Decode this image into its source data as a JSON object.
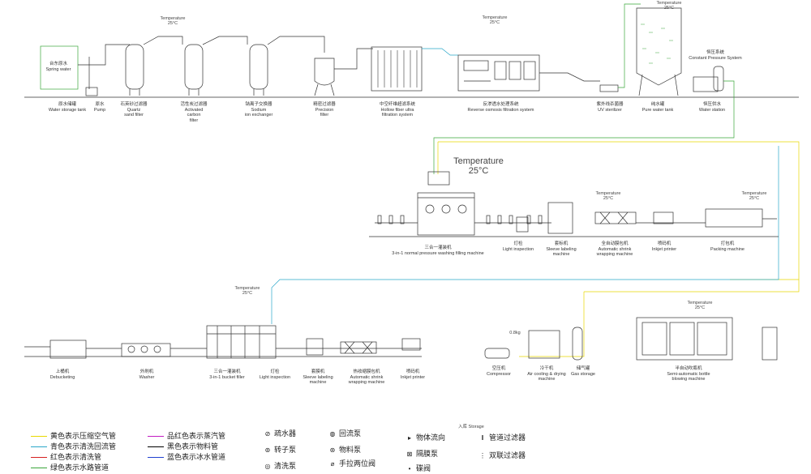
{
  "stations_row1": [
    {
      "cn": "台东原水",
      "en": "Spring water"
    },
    {
      "cn": "原水储罐",
      "en": "Water storage tank"
    },
    {
      "cn": "原水",
      "en": "Pump"
    },
    {
      "cn": "石英砂过滤器",
      "en": "Quartz\nsand filter"
    },
    {
      "cn": "活性炭过滤器",
      "en": "Activated\ncarbon\nfilter"
    },
    {
      "cn": "钠离子交换器",
      "en": "Sodium\nion exchanger"
    },
    {
      "cn": "精密过滤器",
      "en": "Precision\nfilter"
    },
    {
      "cn": "中空纤维超滤系统",
      "en": "Hollow fiber ultra\nfiltration system"
    },
    {
      "cn": "反渗透水处理系统",
      "en": "Reverse osmosis filtration system"
    },
    {
      "cn": "紫外线杀菌器",
      "en": "UV sterilizer"
    },
    {
      "cn": "纯水罐",
      "en": "Pure water tank"
    },
    {
      "cn": "恒压供水",
      "en": "Water station"
    },
    {
      "cn": "恒压系统",
      "en": "Constant Pressure System"
    }
  ],
  "stations_row2": [
    {
      "cn": "三合一灌装机",
      "en": "3-in-1 normal pressure washing filling machine"
    },
    {
      "cn": "灯检",
      "en": "Light inspection"
    },
    {
      "cn": "套标机",
      "en": "Sleeve labeling\nmachine"
    },
    {
      "cn": "全自动膜包机",
      "en": "Automatic shrink\nwrapping machine"
    },
    {
      "cn": "喷码机",
      "en": "Inkjet printer"
    },
    {
      "cn": "打包机",
      "en": "Packing machine"
    }
  ],
  "stations_row3": [
    {
      "cn": "上桶机",
      "en": "Debucketing"
    },
    {
      "cn": "外刷机",
      "en": "Washer"
    },
    {
      "cn": "三合一灌装机",
      "en": "3-in-1 bucket filler"
    },
    {
      "cn": "灯检",
      "en": "Light inspection"
    },
    {
      "cn": "套膜机",
      "en": "Sleeve labeling\nmachine"
    },
    {
      "cn": "热收缩膜包机",
      "en": "Automatic shrink\nwrapping machine"
    },
    {
      "cn": "喷码机",
      "en": "Inkjet printer"
    },
    {
      "cn": "空压机",
      "en": "Compressor"
    },
    {
      "cn": "冷干机",
      "en": "Air cooling & drying\nmachine"
    },
    {
      "cn": "储气罐",
      "en": "Gas storage"
    },
    {
      "cn": "半自动吹瓶机",
      "en": "Semi-automatic bottle\nblowing machine"
    }
  ],
  "temperature": {
    "label": "Temperature",
    "value": "25°C"
  },
  "pressure_value": "0.8kg",
  "storage_label": "入库 Storage",
  "legend_lines": [
    {
      "text": "黄色表示压缩空气管",
      "color": "#e8d800"
    },
    {
      "text": "青色表示清洗回流管",
      "color": "#2aa7c9"
    },
    {
      "text": "红色表示清洗管",
      "color": "#d62020"
    },
    {
      "text": "绿色表示水路管道",
      "color": "#3aa63a"
    },
    {
      "text": "品红色表示蒸汽管",
      "color": "#c21cc2"
    },
    {
      "text": "黑色表示物料管",
      "color": "#000000"
    },
    {
      "text": "蓝色表示冰水管道",
      "color": "#2040d0"
    }
  ],
  "legend_symbols": [
    {
      "text": "疏水器",
      "icon": "trap-icon"
    },
    {
      "text": "转子泵",
      "icon": "rotor-pump-icon"
    },
    {
      "text": "清洗泵",
      "icon": "cleaning-pump-icon"
    },
    {
      "text": "回流泵",
      "icon": "return-pump-icon"
    },
    {
      "text": "物料泵",
      "icon": "material-pump-icon"
    },
    {
      "text": "手拉两位阀",
      "icon": "hand-valve-icon"
    },
    {
      "text": "物体流向",
      "icon": "flow-arrow-icon"
    },
    {
      "text": "隔膜泵",
      "icon": "diaphragm-pump-icon"
    },
    {
      "text": "碟阀",
      "icon": "butterfly-valve-icon"
    },
    {
      "text": "管道过滤器",
      "icon": "pipe-filter-icon"
    },
    {
      "text": "双联过滤器",
      "icon": "duplex-filter-icon"
    }
  ]
}
